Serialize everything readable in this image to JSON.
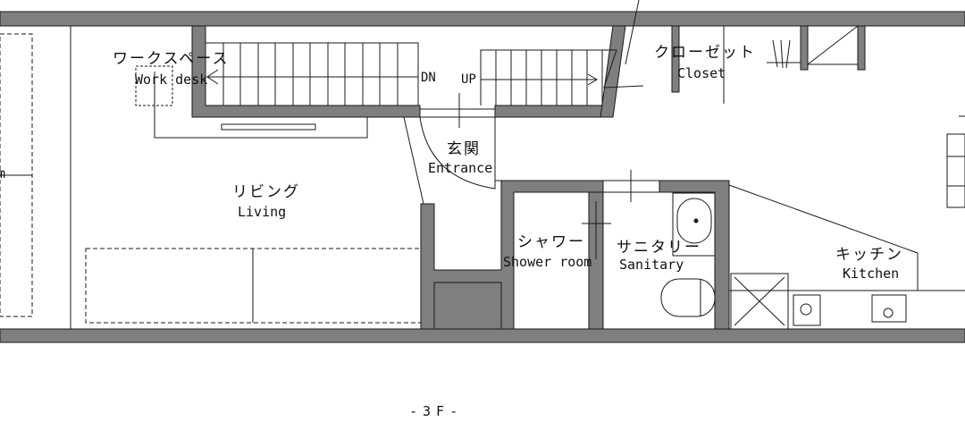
{
  "floor_label": "-3F-",
  "colors": {
    "wall": "#7f7f7f",
    "line": "#1a1a1a",
    "background": "#ffffff"
  },
  "rooms": {
    "workspace": {
      "jp": "ワークスペース",
      "en": "Work desk"
    },
    "closet": {
      "jp": "クローゼット",
      "en": "Closet"
    },
    "entrance": {
      "jp": "玄関",
      "en": "Entrance"
    },
    "living": {
      "jp": "リビング",
      "en": "Living"
    },
    "shower": {
      "jp": "シャワー",
      "en": "Shower room"
    },
    "sanitary": {
      "jp": "サニタリー",
      "en": "Sanitary"
    },
    "kitchen": {
      "jp": "キッチン",
      "en": "Kitchen"
    },
    "left_partial": {
      "en": "m"
    }
  },
  "stairs": {
    "down_label": "DN",
    "up_label": "UP"
  }
}
